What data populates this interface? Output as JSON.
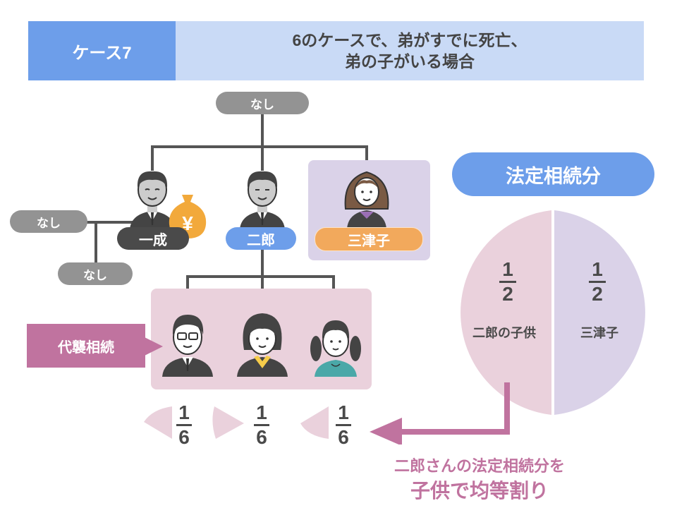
{
  "header": {
    "case_label": "ケース7",
    "title_line1": "6のケースで、弟がすでに死亡、",
    "title_line2": "弟の子がいる場合"
  },
  "tree": {
    "parents_label": "なし",
    "spouse_label": "なし",
    "child_of_ichinari_label": "なし",
    "persons": [
      {
        "name": "一成",
        "role": "deceased",
        "badge_color": "#4a4a4a",
        "has_money_bag": true
      },
      {
        "name": "二郎",
        "role": "brother-deceased",
        "badge_color": "#6d9eea"
      },
      {
        "name": "三津子",
        "role": "sister-heir",
        "badge_color": "#f2a95c"
      }
    ],
    "grandchildren_count": 3,
    "daisho_label": "代襲相続",
    "money_symbol": "¥"
  },
  "shares_children": [
    {
      "numerator": "1",
      "denominator": "6"
    },
    {
      "numerator": "1",
      "denominator": "6"
    },
    {
      "numerator": "1",
      "denominator": "6"
    }
  ],
  "legal_share": {
    "title": "法定相続分",
    "slices": [
      {
        "label": "二郎の子供",
        "numerator": "1",
        "denominator": "2",
        "color": "#ead1dc"
      },
      {
        "label": "三津子",
        "numerator": "1",
        "denominator": "2",
        "color": "#dad2e8"
      }
    ]
  },
  "note": {
    "line1": "二郎さんの法定相続分を",
    "line2": "子供で均等割り"
  },
  "colors": {
    "blue": "#6d9eea",
    "light_blue": "#c9daf6",
    "pink": "#ead1dc",
    "lavender": "#dad2e8",
    "magenta": "#c0739f",
    "orange": "#f2a95c",
    "gray": "#939393"
  }
}
